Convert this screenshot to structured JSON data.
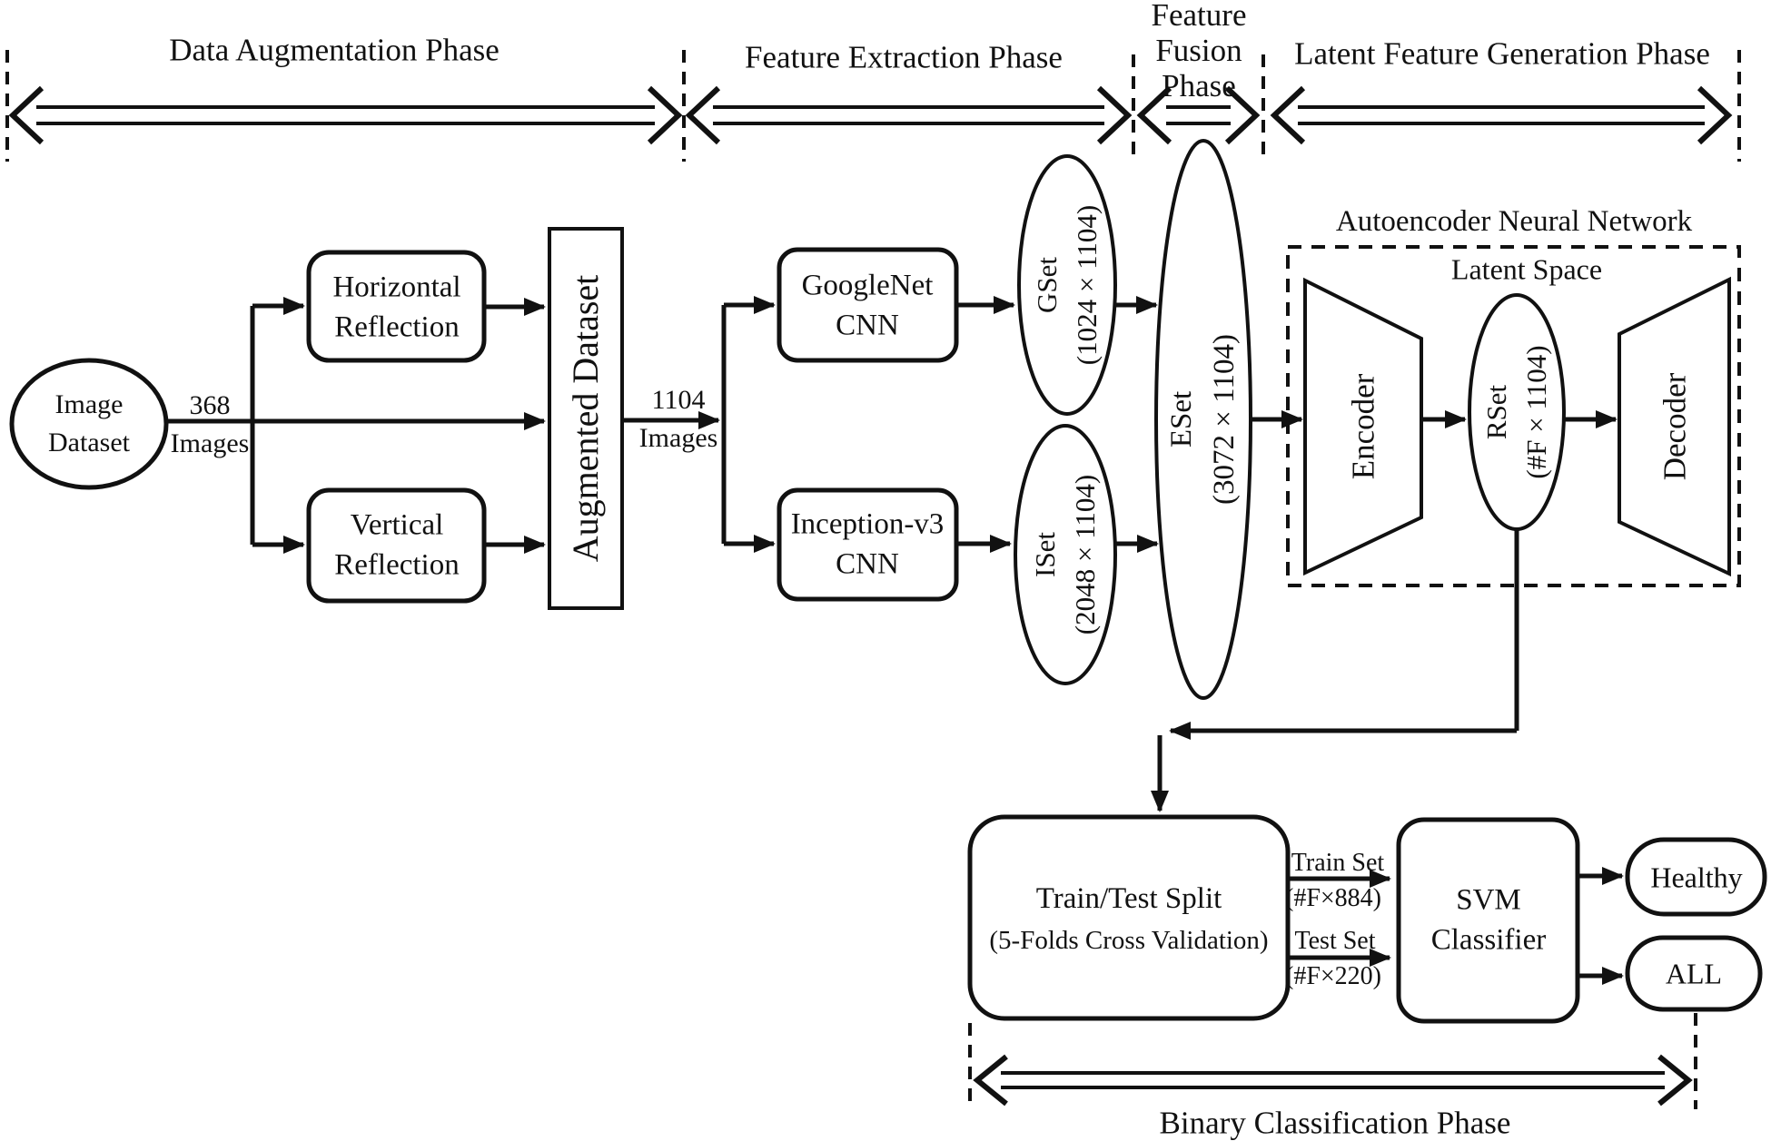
{
  "phases": {
    "data_augmentation": "Data Augmentation Phase",
    "feature_extraction": "Feature Extraction Phase",
    "feature_fusion": [
      "Feature",
      "Fusion",
      "Phase"
    ],
    "latent_feature": "Latent Feature Generation Phase",
    "binary_classification": "Binary Classification Phase"
  },
  "nodes": {
    "image_dataset": [
      "Image",
      "Dataset"
    ],
    "horizontal_reflection": [
      "Horizontal",
      "Reflection"
    ],
    "vertical_reflection": [
      "Vertical",
      "Reflection"
    ],
    "augmented_dataset": "Augmented Dataset",
    "googlenet": [
      "GoogleNet",
      "CNN"
    ],
    "inception": [
      "Inception-v3",
      "CNN"
    ],
    "gset": [
      "GSet",
      "(1024 × 1104)"
    ],
    "iset": [
      "ISet",
      "(2048 × 1104)"
    ],
    "eset": [
      "ESet",
      "(3072 × 1104)"
    ],
    "encoder": "Encoder",
    "rset": [
      "RSet",
      "(#F × 1104)"
    ],
    "decoder": "Decoder",
    "train_test_split": [
      "Train/Test Split",
      "(5-Folds Cross Validation)"
    ],
    "svm": [
      "SVM",
      "Classifier"
    ],
    "healthy": "Healthy",
    "all": "ALL"
  },
  "edges": {
    "count_368": [
      "368",
      "Images"
    ],
    "count_1104": [
      "1104",
      "Images"
    ],
    "train_set": [
      "Train Set",
      "(#F×884)"
    ],
    "test_set": [
      "Test Set",
      "(#F×220)"
    ]
  },
  "autoencoder": {
    "title": "Autoencoder Neural Network",
    "latent_space": "Latent Space"
  },
  "colors": {
    "ink": "#111111",
    "background": "#ffffff"
  }
}
